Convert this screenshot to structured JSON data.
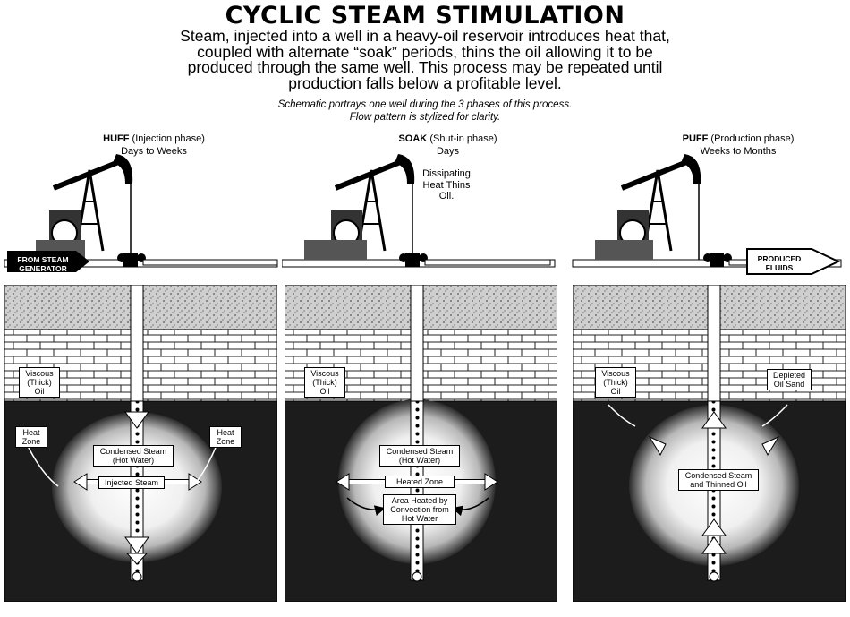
{
  "title": "CYCLIC STEAM STIMULATION",
  "intro_lines": [
    "Steam, injected into a well in a heavy-oil reservoir introduces heat that,",
    "coupled with alternate “soak” periods, thins the oil allowing it to be",
    "produced through the same well. This process may be repeated until",
    "production falls below a profitable level."
  ],
  "note_lines": [
    "Schematic portrays one well during the 3 phases of this process.",
    "Flow pattern is stylized for clarity."
  ],
  "phases": [
    {
      "name": "HUFF",
      "subtitle": "(Injection phase)",
      "duration": "Days to Weeks",
      "input_tag": "FROM STEAM GENERATOR",
      "labels": {
        "viscous": "Viscous (Thick) Oil",
        "heat_zone_left": "Heat Zone",
        "heat_zone_right": "Heat Zone",
        "condensed": "Condensed Steam (Hot Water)",
        "injected": "Injected Steam"
      }
    },
    {
      "name": "SOAK",
      "subtitle": "(Shut-in phase)",
      "duration": "Days",
      "note": "Dissipating Heat Thins Oil.",
      "labels": {
        "viscous": "Viscous (Thick) Oil",
        "condensed": "Condensed Steam (Hot Water)",
        "heated": "Heated Zone",
        "area": "Area Heated by Convection from Hot Water"
      }
    },
    {
      "name": "PUFF",
      "subtitle": "(Production phase)",
      "duration": "Weeks to Months",
      "output_tag": "PRODUCED FLUIDS",
      "labels": {
        "viscous": "Viscous (Thick) Oil",
        "depleted": "Depleted Oil Sand",
        "condensed": "Condensed Steam and Thinned Oil"
      }
    }
  ]
}
